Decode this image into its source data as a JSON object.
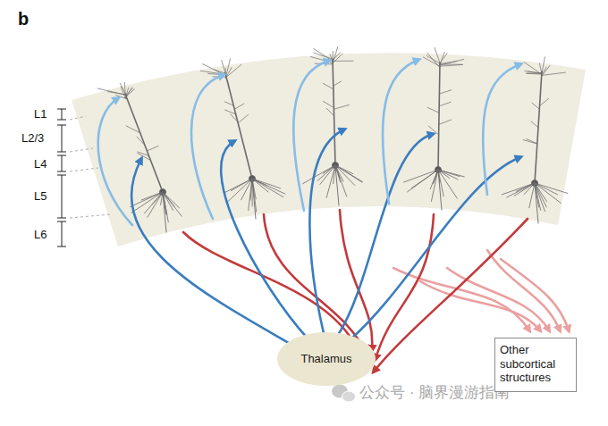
{
  "diagram": {
    "nodes": [
      {
        "text": [
          "Thalamus"
        ]
      },
      {
        "text": [
          "Other subcortical structures"
        ]
      }
    ],
    "labels": [
      "b",
      "L1",
      "L2/3",
      "L4",
      "L5",
      "L6",
      "公众号 · 脑界漫游指南"
    ]
  }
}
